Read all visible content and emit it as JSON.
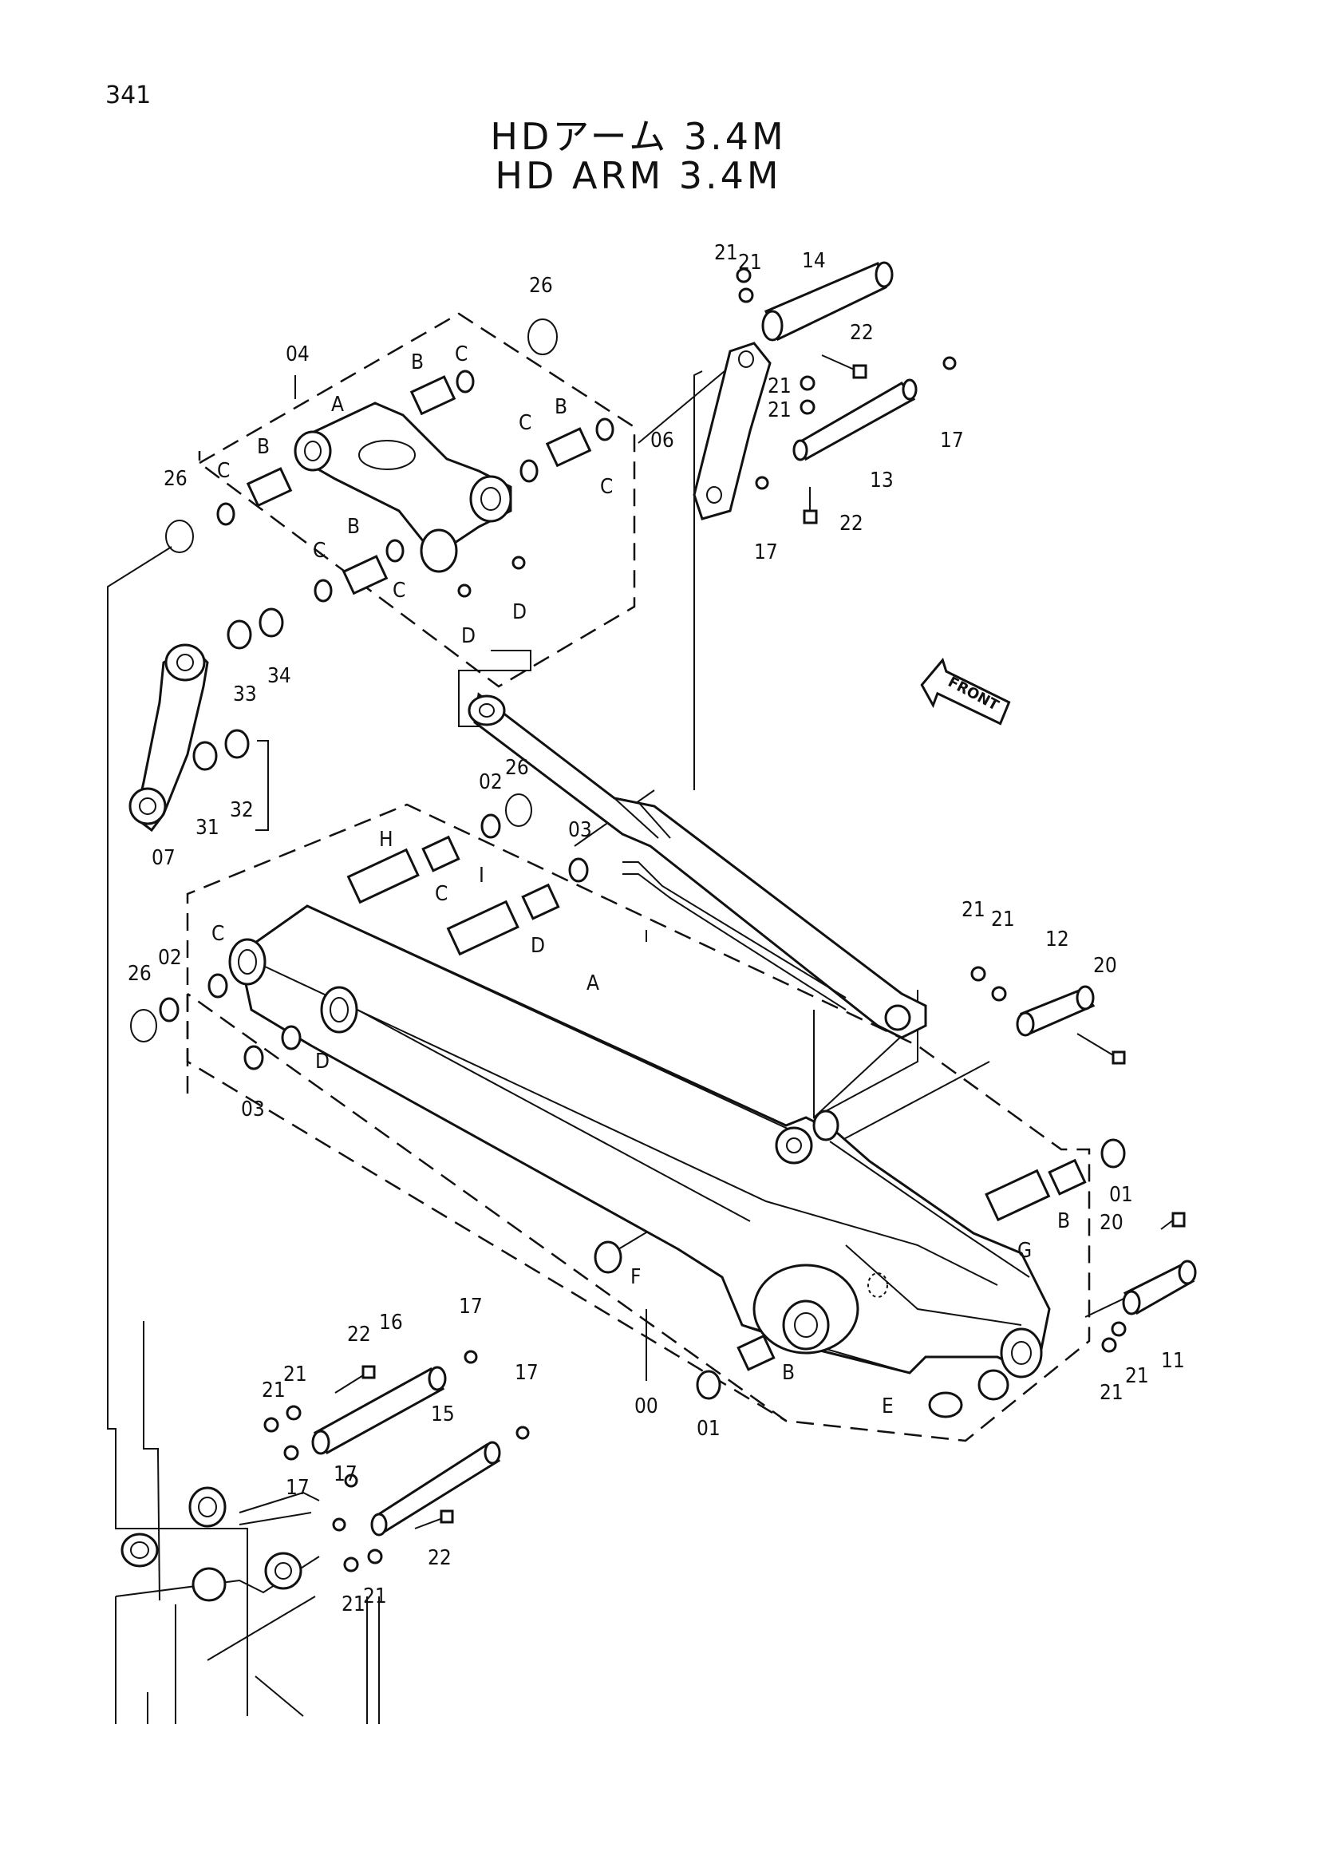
{
  "page_number": "341",
  "title_jp": "HDアーム 3.4M",
  "title_en": "HD ARM 3.4M",
  "front_marker": "FRONT",
  "callouts": {
    "c26a": "26",
    "c04": "04",
    "cB1": "B",
    "cC1": "C",
    "cA1": "A",
    "cC2": "C",
    "cB2": "B",
    "c26b": "26",
    "cC3": "C",
    "cB3": "B",
    "cC4": "C",
    "cC5": "C",
    "cB4": "B",
    "cC6": "C",
    "cD1": "D",
    "cD2": "D",
    "c33": "33",
    "c34": "34",
    "c31": "31",
    "c32": "32",
    "c07": "07",
    "c21a": "21",
    "c21b": "21",
    "c14": "14",
    "c22a": "22",
    "c06": "06",
    "c21c": "21",
    "c21d": "21",
    "c13": "13",
    "c17a": "17",
    "c17b": "17",
    "c22b": "22",
    "c02a": "02",
    "c26c": "26",
    "c03a": "03",
    "cH": "H",
    "cC7": "C",
    "cI": "I",
    "cD3": "D",
    "cC8": "C",
    "c02b": "02",
    "c26d": "26",
    "cD4": "D",
    "c03b": "03",
    "cA2": "A",
    "c21e": "21",
    "c21f": "21",
    "c12": "12",
    "c20a": "20",
    "c01a": "01",
    "cB5": "B",
    "cG": "G",
    "c20b": "20",
    "cF": "F",
    "c00": "00",
    "cB6": "B",
    "c01b": "01",
    "cE": "E",
    "c11": "11",
    "c21g": "21",
    "c21h": "21",
    "c22c": "22",
    "c16": "16",
    "c17c": "17",
    "c21i": "21",
    "c21j": "21",
    "c17d": "17",
    "c15": "15",
    "c17e": "17",
    "c17f": "17",
    "c22d": "22",
    "c21k": "21",
    "c21l": "21"
  }
}
